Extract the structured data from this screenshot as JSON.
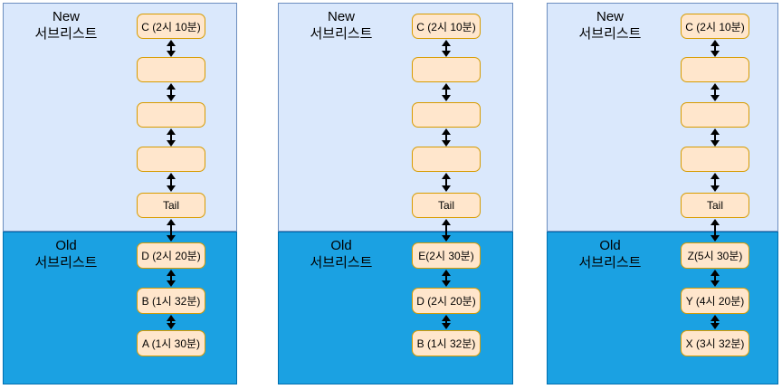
{
  "diagram": {
    "type": "linked-list-sublist-diagram",
    "colors": {
      "new_section_fill": "#dae8fc",
      "new_section_stroke": "#6c8ebf",
      "old_section_fill": "#1ba1e2",
      "old_section_stroke": "#006eaf",
      "node_fill": "#ffe6cc",
      "node_stroke": "#d79b00",
      "arrow_color": "#000000",
      "text_color": "#000000"
    }
  },
  "panels": [
    {
      "new_title_line1": "New",
      "new_title_line2": "서브리스트",
      "old_title_line1": "Old",
      "old_title_line2": "서브리스트",
      "new_nodes": [
        "C (2시 10분)",
        "",
        "",
        "",
        "Tail"
      ],
      "old_nodes": [
        "D (2시 20분)",
        "B (1시 32분)",
        "A (1시 30분)"
      ]
    },
    {
      "new_title_line1": "New",
      "new_title_line2": "서브리스트",
      "old_title_line1": "Old",
      "old_title_line2": "서브리스트",
      "new_nodes": [
        "C (2시 10분)",
        "",
        "",
        "",
        "Tail"
      ],
      "old_nodes": [
        "E(2시 30분)",
        "D (2시 20분)",
        "B (1시 32분)"
      ]
    },
    {
      "new_title_line1": "New",
      "new_title_line2": "서브리스트",
      "old_title_line1": "Old",
      "old_title_line2": "서브리스트",
      "new_nodes": [
        "C (2시 10분)",
        "",
        "",
        "",
        "Tail"
      ],
      "old_nodes": [
        "Z(5시 30분)",
        "Y (4시 20분)",
        "X (3시 32분)"
      ]
    }
  ]
}
